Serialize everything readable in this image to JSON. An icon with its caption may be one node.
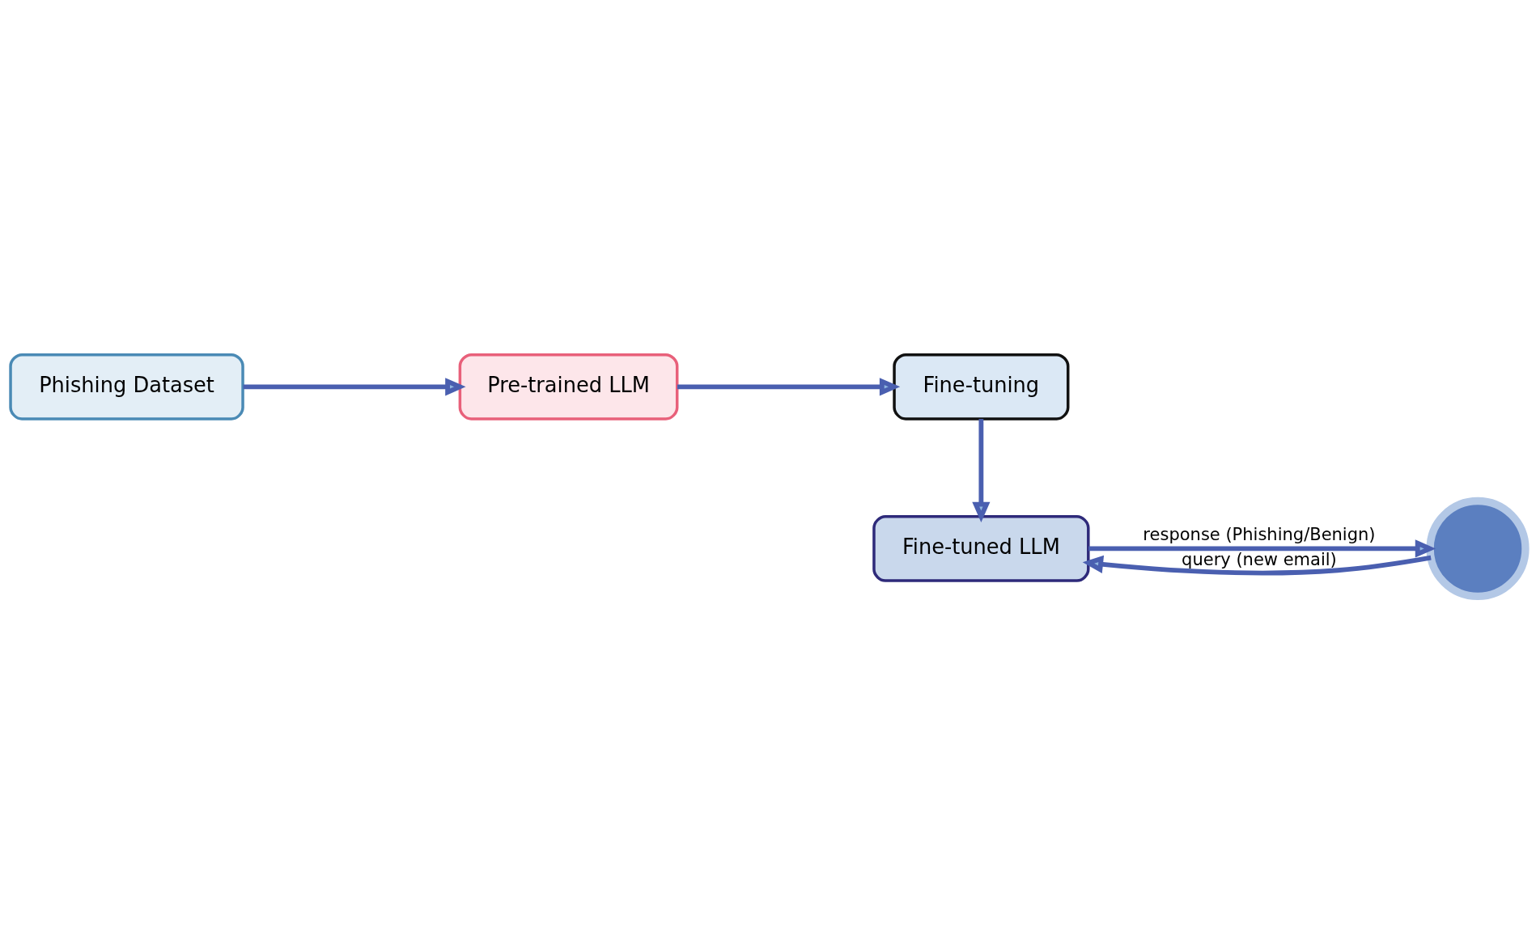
{
  "diagram": {
    "nodes": [
      {
        "text": [
          "Phishing Dataset"
        ]
      },
      {
        "text": [
          "Pre-trained LLM"
        ]
      },
      {
        "text": [
          "Fine-tuning"
        ]
      },
      {
        "text": [
          "Fine-tuned LLM"
        ]
      },
      {
        "text": [],
        "shape": "person"
      }
    ],
    "edges": [
      {
        "from": 0,
        "to": 1,
        "arrow": "to"
      },
      {
        "from": 1,
        "to": 2,
        "arrow": "to"
      },
      {
        "from": 2,
        "to": 3,
        "arrow": "to"
      },
      {
        "from": 3,
        "to": 4,
        "arrow": "to",
        "label": "response (Phishing/Benign)"
      },
      {
        "from": 4,
        "to": 3,
        "arrow": "to",
        "label": "query (new email)"
      }
    ]
  }
}
